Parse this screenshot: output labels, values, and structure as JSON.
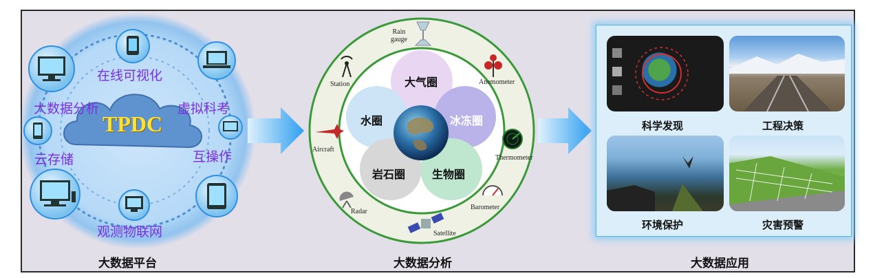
{
  "platform": {
    "center": "TPDC",
    "features": [
      "在线可视化",
      "大数据分析",
      "虚拟科考",
      "云存储",
      "互操作",
      "观测物联网"
    ],
    "caption": "大数据平台"
  },
  "analysis": {
    "spheres": [
      "大气圈",
      "水圈",
      "冰冻圈",
      "岩石圈",
      "生物圈"
    ],
    "instruments": {
      "rain_gauge": "Rain\ngauge",
      "station": "Station",
      "anemometer": "Anemometer",
      "aircraft": "Aircraft",
      "thermometer": "Thermometer",
      "radar": "Radar",
      "barometer": "Barometer",
      "satellite": "Satellite"
    },
    "caption": "大数据分析"
  },
  "application": {
    "tiles": [
      "科学发现",
      "工程决策",
      "环境保护",
      "灾害预警"
    ],
    "caption": "大数据应用"
  },
  "colors": {
    "frame_bg": "#e3dfe9",
    "platform_feature_text": "#7b2fe0",
    "center_text": "#ffe033",
    "cloud": "#5f93cf",
    "ring_green": "#3a9a3a",
    "ring_fill": "#eef1e4",
    "arrow": "#3aaaf0"
  }
}
